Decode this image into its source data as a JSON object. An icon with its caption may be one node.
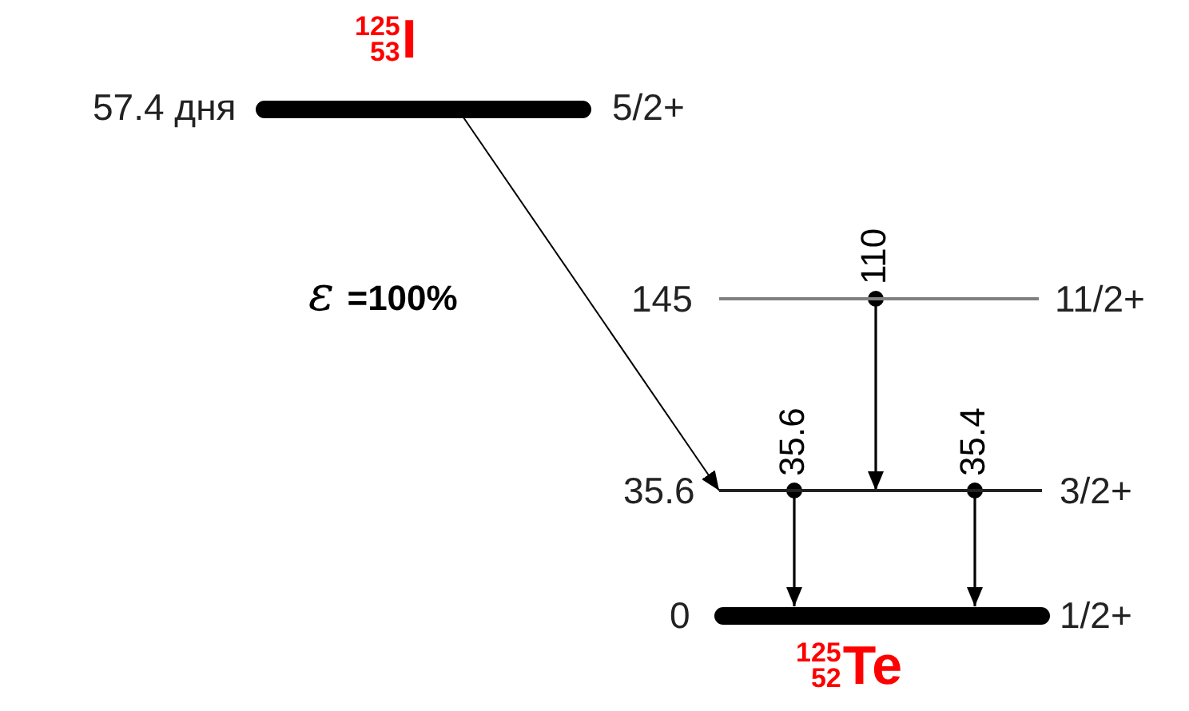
{
  "diagram": {
    "nodes": [
      {
        "text": [],
        "shape": "bar",
        "beside": [
          "$^{125}$$_{53}$I",
          "57.4 дня",
          "5/2+"
        ]
      },
      {
        "text": [],
        "shape": "line",
        "beside": [
          "145",
          "11/2+"
        ]
      },
      {
        "text": [],
        "shape": "line",
        "beside": [
          "35.6",
          "3/2+"
        ]
      },
      {
        "text": [],
        "shape": "bar",
        "beside": [
          "0",
          "1/2+",
          "$^{125}$$_{52}$Te"
        ]
      }
    ],
    "edges": [
      {
        "from": 0,
        "to": 2,
        "arrow": "to",
        "label": "*ε* =100%"
      },
      {
        "from": 1,
        "to": 2,
        "arrow": "to",
        "label": "110"
      },
      {
        "from": 2,
        "to": 3,
        "arrow": "to",
        "label": "35.6"
      },
      {
        "from": 2,
        "to": 3,
        "arrow": "to",
        "label": "35.4"
      }
    ]
  }
}
